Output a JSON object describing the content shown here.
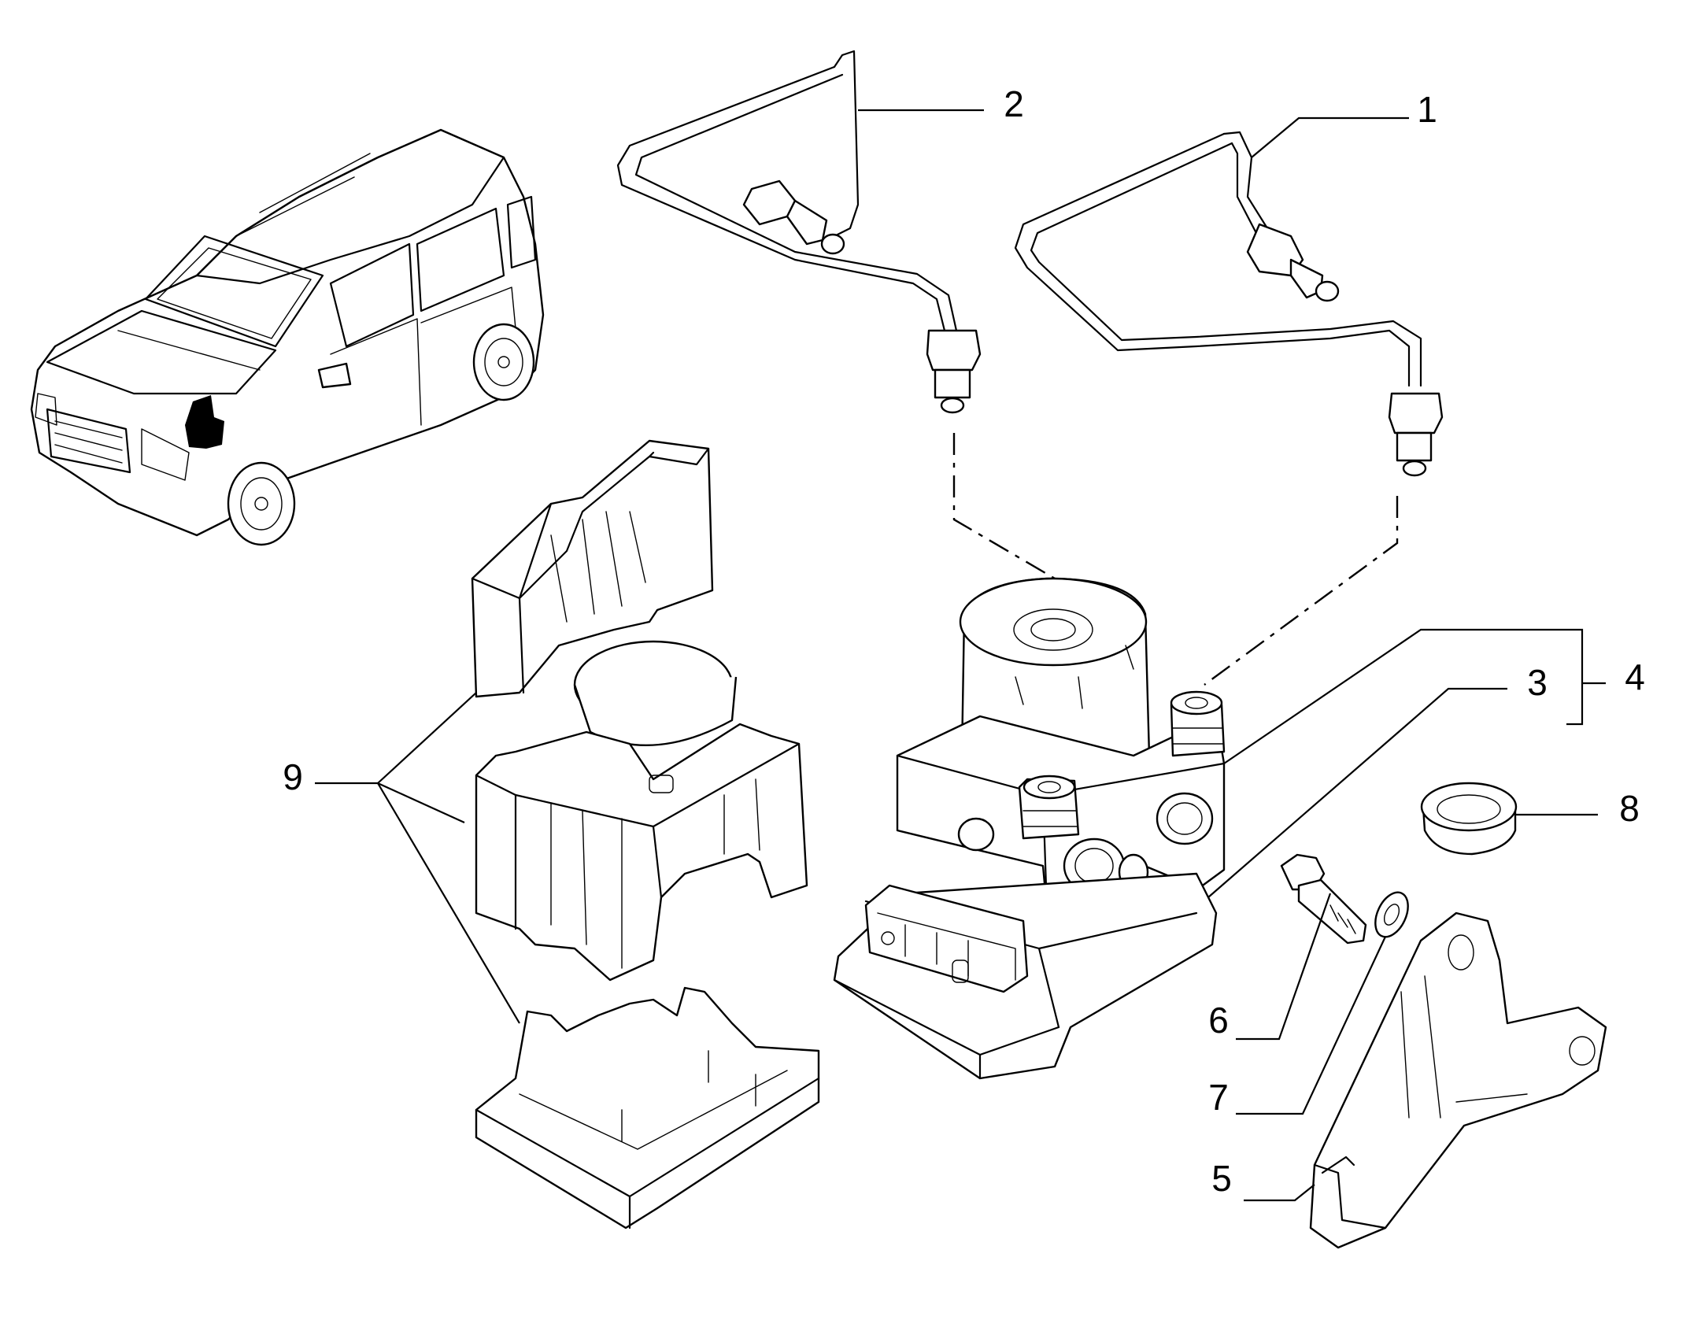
{
  "callouts": {
    "c1": "1",
    "c2": "2",
    "c3": "3",
    "c4": "4",
    "c5": "5",
    "c6": "6",
    "c7": "7",
    "c8": "8",
    "c9": "9"
  },
  "icons": {
    "vehicle": "car-icon",
    "location_marker": "abs-unit-location-icon"
  },
  "colors": {
    "line": "#000000",
    "background": "#ffffff"
  }
}
